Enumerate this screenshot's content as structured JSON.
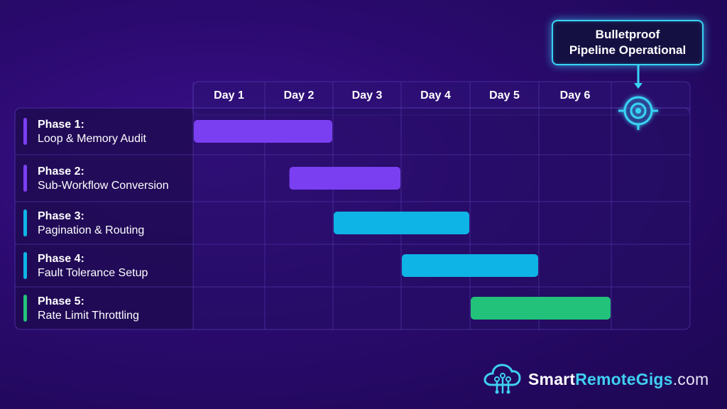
{
  "chart_data": {
    "type": "gantt",
    "columns": [
      "Day 1",
      "Day 2",
      "Day 3",
      "Day 4",
      "Day 5",
      "Day 6"
    ],
    "tasks": [
      {
        "phase": "Phase 1:",
        "label": "Loop & Memory Audit",
        "start": 0,
        "end": 2,
        "color": "#7b3ff2"
      },
      {
        "phase": "Phase 2:",
        "label": "Sub-Workflow Conversion",
        "start": 1.35,
        "end": 3,
        "color": "#7b3ff2"
      },
      {
        "phase": "Phase 3:",
        "label": "Pagination & Routing",
        "start": 2,
        "end": 4,
        "color": "#0fb4e6"
      },
      {
        "phase": "Phase 4:",
        "label": "Fault Tolerance Setup",
        "start": 3,
        "end": 5,
        "color": "#0fb4e6"
      },
      {
        "phase": "Phase 5:",
        "label": "Rate Limit Throttling",
        "start": 4,
        "end": 6,
        "color": "#22c27a"
      }
    ],
    "milestone": {
      "line1": "Bulletproof",
      "line2": "Pipeline Operational"
    }
  },
  "brand": {
    "part1": "Smart",
    "part2": "RemoteGigs",
    "part3": ".com"
  },
  "colors": {
    "accent": "#38d3f5",
    "purple": "#7b3ff2",
    "blue": "#0fb4e6",
    "green": "#22c27a"
  }
}
